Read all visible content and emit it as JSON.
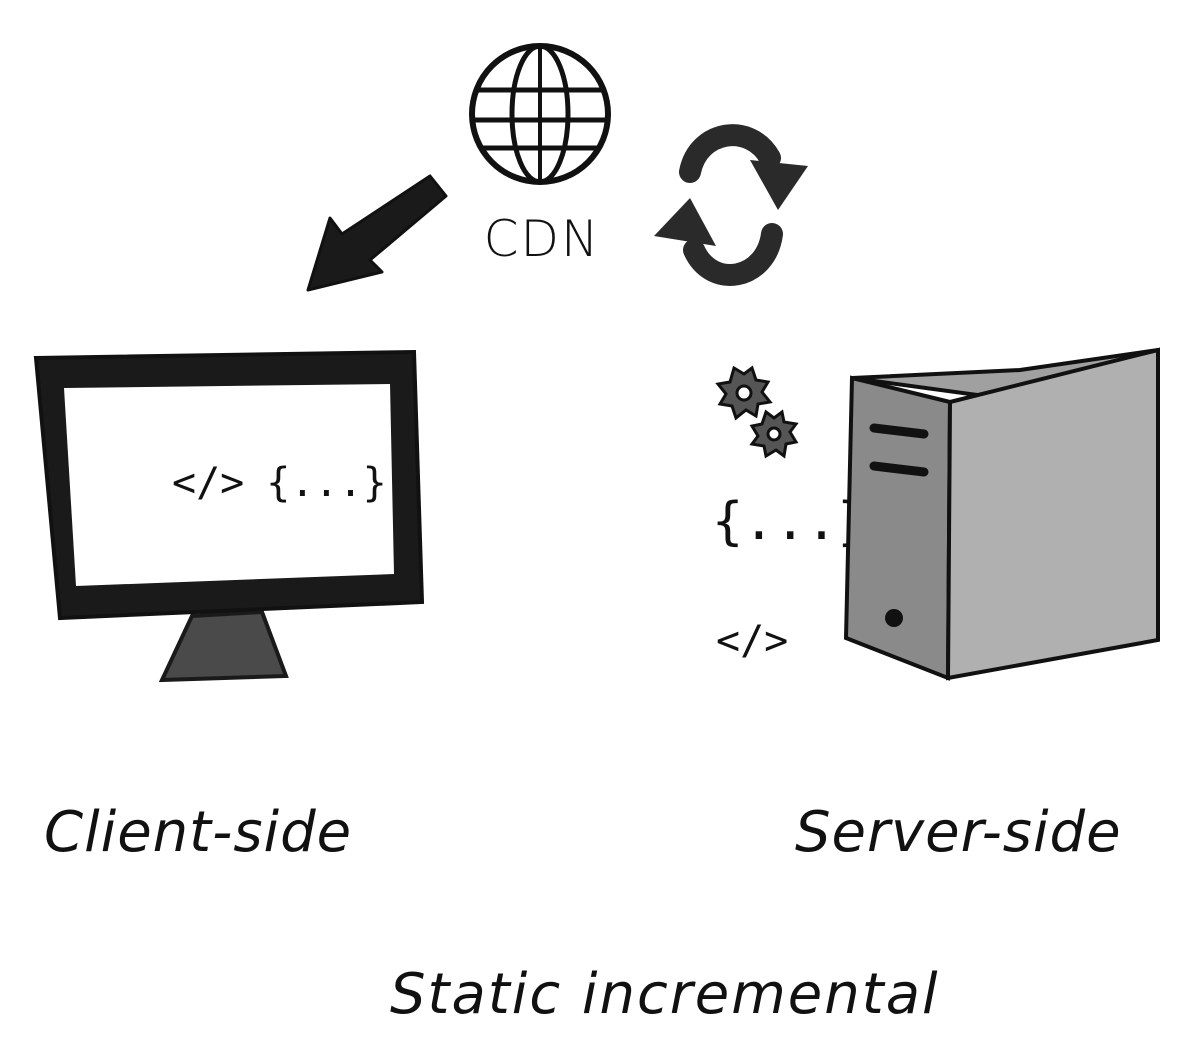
{
  "cdn": {
    "label": "CDN"
  },
  "client": {
    "label": "Client-side",
    "screen_code": {
      "tag": "</>",
      "braces": "{...}"
    }
  },
  "server": {
    "label": "Server-side",
    "braces": "{...}",
    "tag": "</>"
  },
  "footer": {
    "label": "Static incremental"
  },
  "colors": {
    "ink": "#111111",
    "server_fill": "#8a8a8a",
    "server_side": "#a9a9a9",
    "monitor_frame": "#1a1a1a"
  },
  "icons": {
    "cdn": "globe-icon",
    "delivery": "arrow-down-left-icon",
    "sync": "refresh-cycle-icon",
    "client": "monitor-icon",
    "processing": "gears-icon",
    "server": "server-tower-icon"
  }
}
